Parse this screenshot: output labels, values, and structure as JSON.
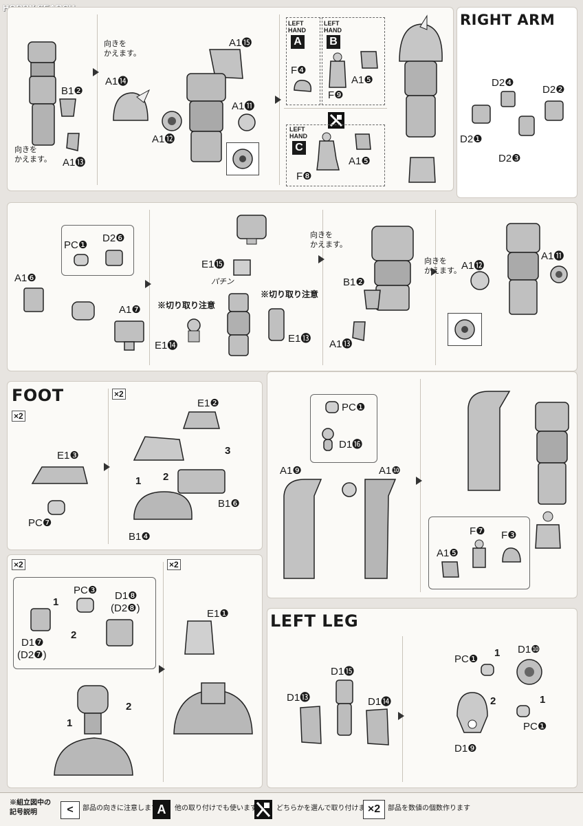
{
  "watermark": "HOBBY SEARCH",
  "sections": {
    "right_arm": "RIGHT ARM",
    "foot": "FOOT",
    "left_leg": "LEFT LEG"
  },
  "notes": {
    "change_direction": "向きを\nかえます。",
    "cut_caution": "※切り取り注意",
    "click": "パチン"
  },
  "hands": {
    "left_hand": "LEFT\nHAND",
    "a": "A",
    "b": "B",
    "c": "C"
  },
  "multipliers": {
    "x2": "×2"
  },
  "steps": {
    "one": "1",
    "two": "2",
    "three": "3"
  },
  "part_labels": {
    "a1_15": "A1⓯",
    "a1_14": "A1⓮",
    "b1_2": "B1❷",
    "a1_12": "A1⓬",
    "a1_11": "A1⓫",
    "a1_13": "A1⓭",
    "f4": "F❹",
    "f9": "F❾",
    "a1_5": "A1❺",
    "f8": "F❽",
    "d2_4": "D2❹",
    "d2_2": "D2❷",
    "d2_1": "D2❶",
    "d2_3": "D2❸",
    "pc1": "PC❶",
    "d2_6": "D2❻",
    "a1_6": "A1❻",
    "a1_7": "A1❼",
    "e1_15": "E1⓯",
    "e1_14": "E1⓮",
    "e1_13": "E1⓭",
    "e1_3": "E1❸",
    "pc7": "PC❼",
    "e1_2": "E1❷",
    "b1_6": "B1❻",
    "b1_4": "B1❹",
    "d1_16": "D1⓰",
    "a1_9": "A1❾",
    "a1_10": "A1❿",
    "f7": "F❼",
    "f3": "F❸",
    "pc3": "PC❸",
    "d1_8": "D1❽",
    "d2_8": "(D2❽)",
    "d1_7": "D1❼",
    "d2_7": "(D2❼)",
    "e1_1": "E1❶",
    "d1_15": "D1⓯",
    "d1_13": "D1⓭",
    "d1_14": "D1⓮",
    "d1_10": "D1❿",
    "d1_9": "D1❾"
  },
  "legend": {
    "title": "※組立図中の\n記号説明",
    "direction_icon": "<",
    "direction_text": "部品の向きに注意します",
    "other_icon": "A",
    "other_text": "他の取り付けでも使います",
    "choose_text": "どちらかを選んで取り付けます",
    "count_icon": "×2",
    "count_text": "部品を数値の個数作ります"
  }
}
